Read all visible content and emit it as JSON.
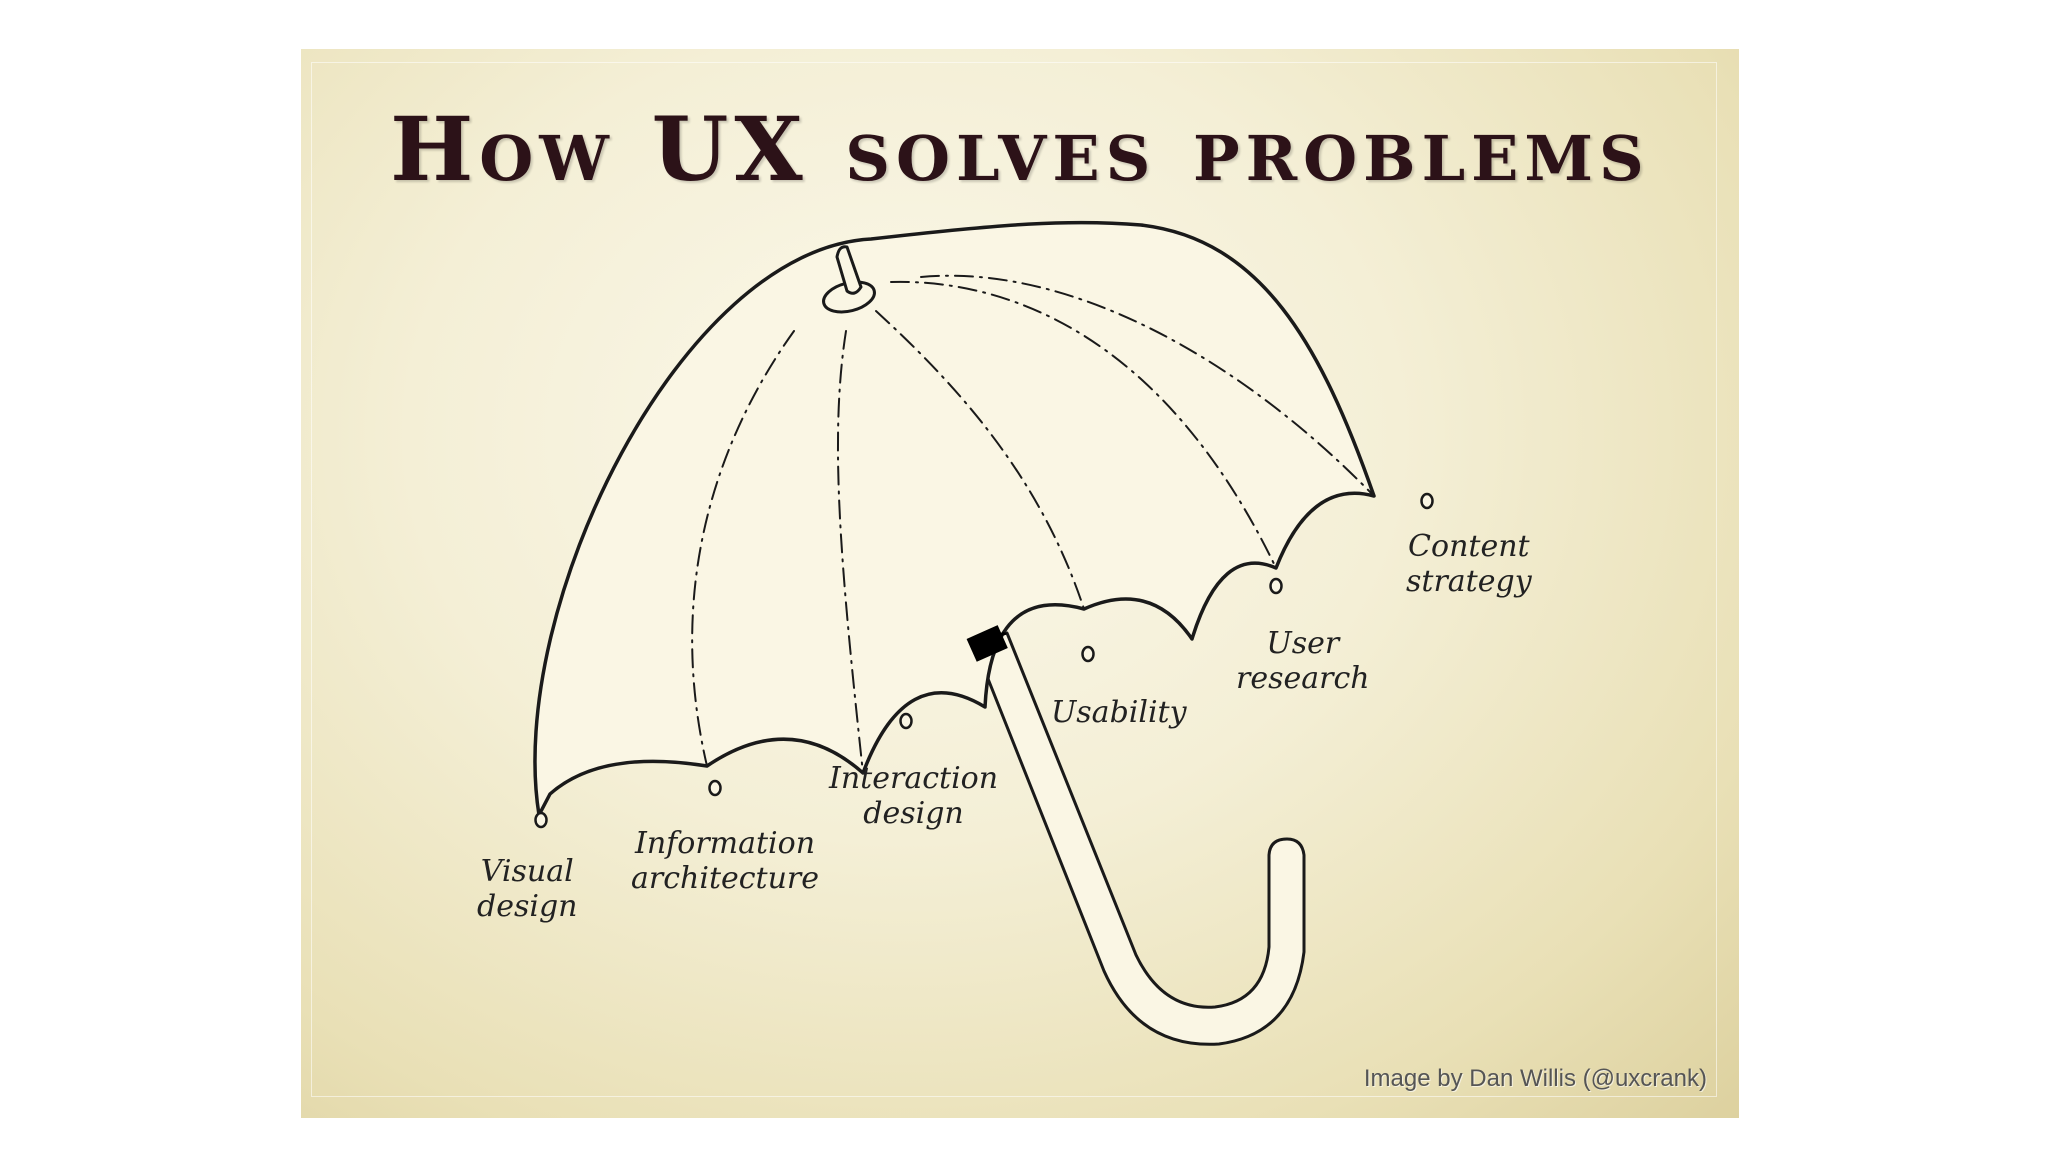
{
  "slide": {
    "title": "How UX solves problems",
    "credit": "Image by Dan Willis (@uxcrank)"
  },
  "diagram": {
    "labels": {
      "visual_design": "Visual\ndesign",
      "information_architecture": "Information\narchitecture",
      "interaction_design": "Interaction\ndesign",
      "usability": "Usability",
      "user_research": "User\nresearch",
      "content_strategy": "Content\nstrategy"
    },
    "colors": {
      "background": "#f4efd6",
      "title": "#2c1218",
      "line": "#1a1a1a"
    }
  }
}
